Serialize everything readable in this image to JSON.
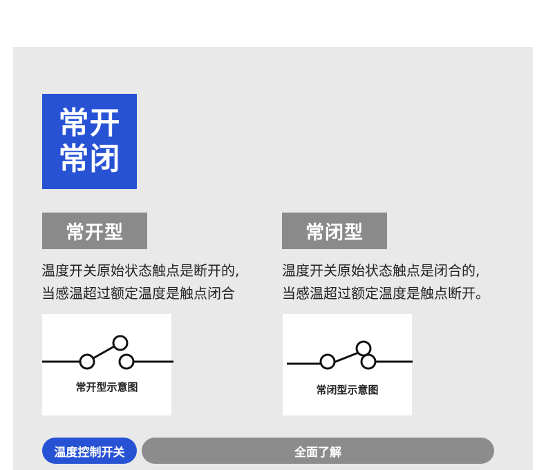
{
  "title": {
    "line1": "常开",
    "line2": "常闭"
  },
  "normally_open": {
    "label": "常开型",
    "desc_line1": "温度开关原始状态触点是断开的,",
    "desc_line2": "当感温超过额定温度是触点闭合",
    "diagram_caption": "常开型示意图"
  },
  "normally_closed": {
    "label": "常闭型",
    "desc_line1": "温度开关原始状态触点是闭合的,",
    "desc_line2": "当感温超过额定温度是触点断开。",
    "diagram_caption": "常闭型示意图"
  },
  "footer": {
    "category_button": "温度控制开关",
    "learn_more_button": "全面了解"
  },
  "colors": {
    "accent_blue": "#2752d4",
    "label_gray": "#8a8a8a",
    "panel_bg": "#e9e9e9"
  }
}
